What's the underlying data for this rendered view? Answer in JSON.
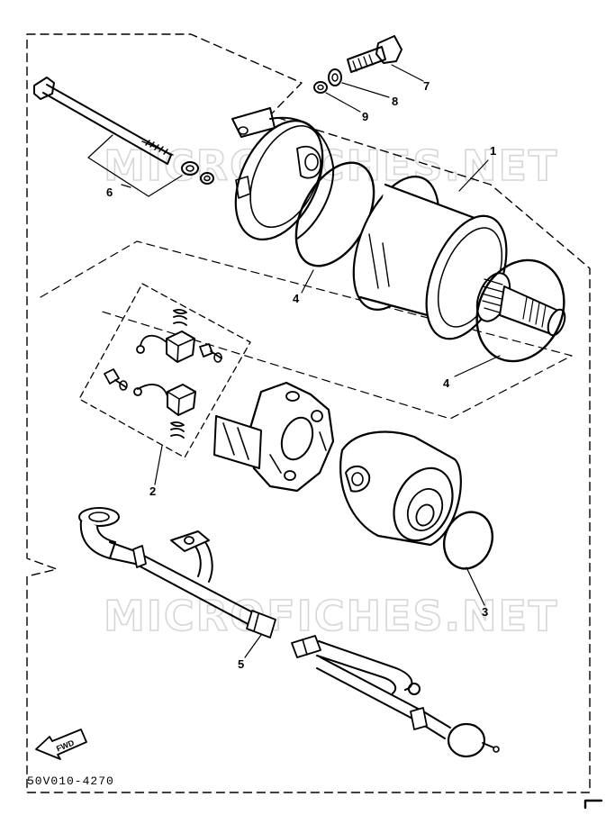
{
  "watermark": "MICROFICHES.NET",
  "drawing_code": "50V010-4270",
  "fwd_label": "FWD",
  "callouts": {
    "c1": "1",
    "c2": "2",
    "c3": "3",
    "c4a": "4",
    "c4b": "4",
    "c5": "5",
    "c6": "6",
    "c7": "7",
    "c8": "8",
    "c9": "9"
  }
}
